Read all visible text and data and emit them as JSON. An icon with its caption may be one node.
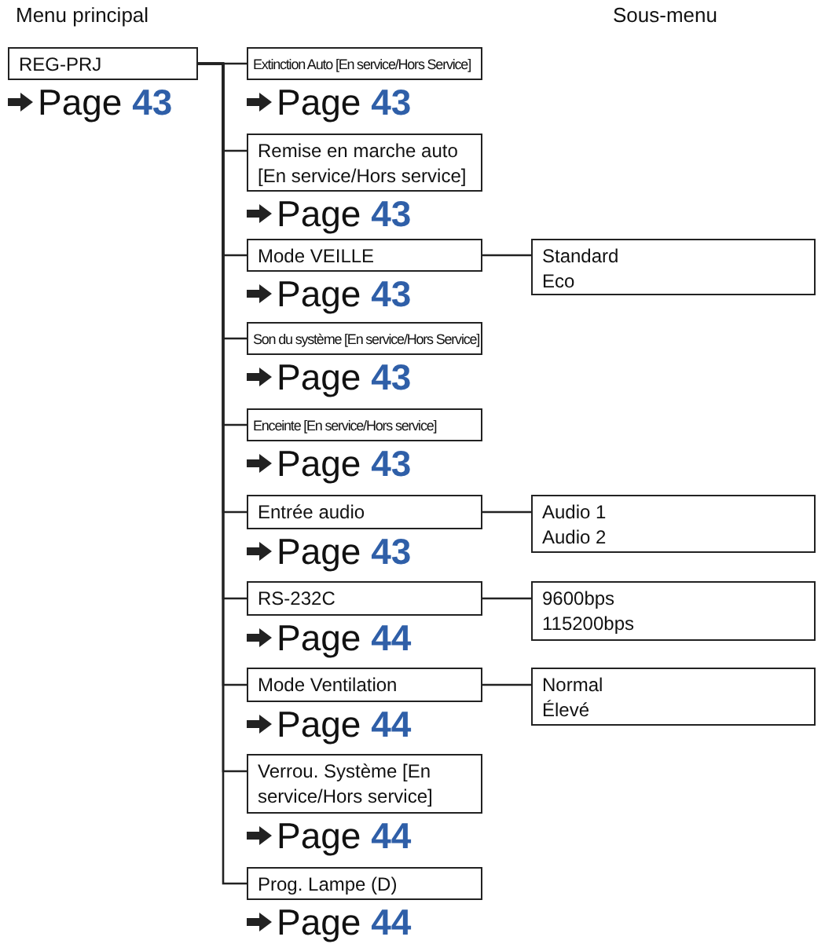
{
  "diagram": {
    "nodes": [
      {
        "text": [
          "REG-PRJ"
        ],
        "beside": [
          "Page **43**"
        ]
      },
      {
        "text": [
          "Extinction Auto [En service/Hors Service]"
        ],
        "beside": [
          "Page **43**"
        ]
      },
      {
        "text": [
          "Remise en marche auto [En service/Hors service]"
        ],
        "beside": [
          "Page **43**"
        ]
      },
      {
        "text": [
          "Mode VEILLE"
        ],
        "beside": [
          "Page **43**"
        ]
      },
      {
        "text": [
          "Standard",
          "Eco"
        ]
      },
      {
        "text": [
          "Son du système [En service/Hors Service]"
        ],
        "beside": [
          "Page **43**"
        ]
      },
      {
        "text": [
          "Enceinte [En service/Hors service]"
        ],
        "beside": [
          "Page **43**"
        ]
      },
      {
        "text": [
          "Entrée audio"
        ],
        "beside": [
          "Page **43**"
        ]
      },
      {
        "text": [
          "Audio 1",
          "Audio 2"
        ]
      },
      {
        "text": [
          "RS-232C"
        ],
        "beside": [
          "Page **44**"
        ]
      },
      {
        "text": [
          "9600bps",
          "115200bps"
        ]
      },
      {
        "text": [
          "Mode Ventilation"
        ],
        "beside": [
          "Page **44**"
        ]
      },
      {
        "text": [
          "Normal",
          "Élevé"
        ]
      },
      {
        "text": [
          "Verrou. Système [En service/Hors service]"
        ],
        "beside": [
          "Page **44**"
        ]
      },
      {
        "text": [
          "Prog. Lampe (D)"
        ],
        "beside": [
          "Page **44**"
        ]
      }
    ],
    "edges": [
      {
        "from": 0,
        "to": 1,
        "arrow": "none"
      },
      {
        "from": 0,
        "to": 2,
        "arrow": "none"
      },
      {
        "from": 0,
        "to": 3,
        "arrow": "none"
      },
      {
        "from": 3,
        "to": 4,
        "arrow": "none"
      },
      {
        "from": 0,
        "to": 5,
        "arrow": "none"
      },
      {
        "from": 0,
        "to": 6,
        "arrow": "none"
      },
      {
        "from": 0,
        "to": 7,
        "arrow": "none"
      },
      {
        "from": 7,
        "to": 8,
        "arrow": "none"
      },
      {
        "from": 0,
        "to": 9,
        "arrow": "none"
      },
      {
        "from": 9,
        "to": 10,
        "arrow": "none"
      },
      {
        "from": 0,
        "to": 11,
        "arrow": "none"
      },
      {
        "from": 11,
        "to": 12,
        "arrow": "none"
      },
      {
        "from": 0,
        "to": 13,
        "arrow": "none"
      },
      {
        "from": 0,
        "to": 14,
        "arrow": "none"
      }
    ],
    "labels": [
      "Menu principal",
      "Sous-menu"
    ]
  }
}
